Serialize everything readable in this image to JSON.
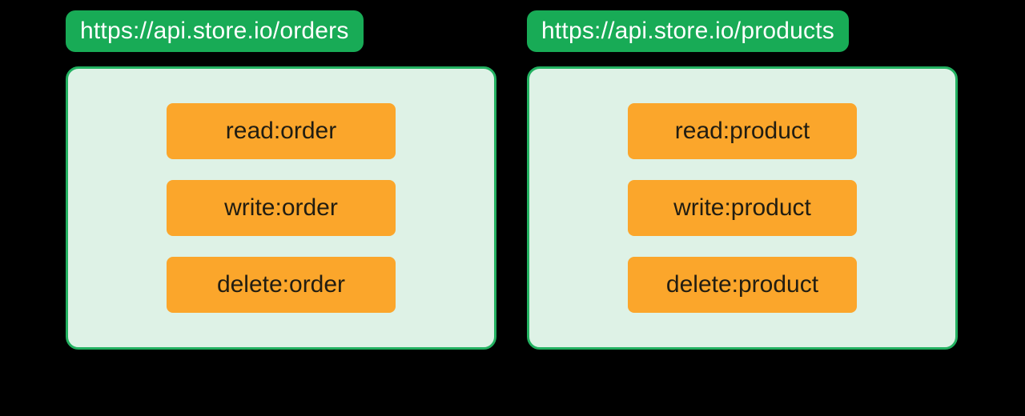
{
  "diagram": {
    "background": "#000000",
    "apis": [
      {
        "url": "https://api.store.io/orders",
        "scopes": [
          "read:order",
          "write:order",
          "delete:order"
        ]
      },
      {
        "url": "https://api.store.io/products",
        "scopes": [
          "read:product",
          "write:product",
          "delete:product"
        ]
      }
    ],
    "colors": {
      "badge_green": "#18ab56",
      "panel_border_green": "#23b161",
      "panel_fill_mint": "#def2e6",
      "scope_orange": "#fba62b",
      "scope_text_dark": "#211d12",
      "badge_text_white": "#ffffff"
    }
  }
}
